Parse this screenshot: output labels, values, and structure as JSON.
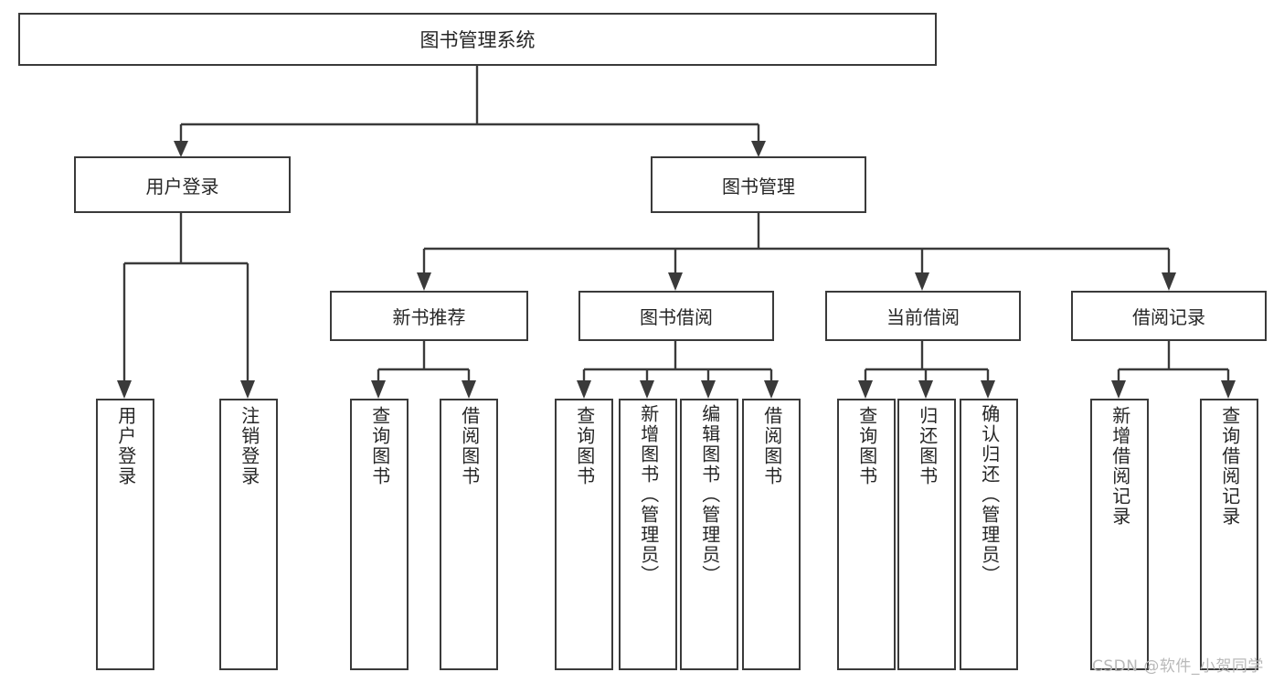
{
  "diagram": {
    "type": "tree-hierarchy-chart",
    "title": "图书管理系统",
    "watermark": "CSDN @软件_小贺同学",
    "colors": {
      "stroke": "#3a3a3a",
      "fill": "#ffffff",
      "text": "#262626",
      "watermark": "#b9b9b9"
    },
    "nodes": {
      "root": {
        "label": "图书管理系统"
      },
      "level1": [
        {
          "label": "用户登录"
        },
        {
          "label": "图书管理"
        }
      ],
      "level2": [
        {
          "label": "新书推荐"
        },
        {
          "label": "图书借阅"
        },
        {
          "label": "当前借阅"
        },
        {
          "label": "借阅记录"
        }
      ],
      "leaves_user_login": [
        {
          "label": "用户登录"
        },
        {
          "label": "注销登录"
        }
      ],
      "leaves_new_book": [
        {
          "label": "查询图书"
        },
        {
          "label": "借阅图书"
        }
      ],
      "leaves_borrow": [
        {
          "label": "查询图书"
        },
        {
          "label": "新增图书（管理员）"
        },
        {
          "label": "编辑图书（管理员）"
        },
        {
          "label": "借阅图书"
        }
      ],
      "leaves_current": [
        {
          "label": "查询图书"
        },
        {
          "label": "归还图书"
        },
        {
          "label": "确认归还（管理员）"
        }
      ],
      "leaves_records": [
        {
          "label": "新增借阅记录"
        },
        {
          "label": "查询借阅记录"
        }
      ]
    }
  }
}
